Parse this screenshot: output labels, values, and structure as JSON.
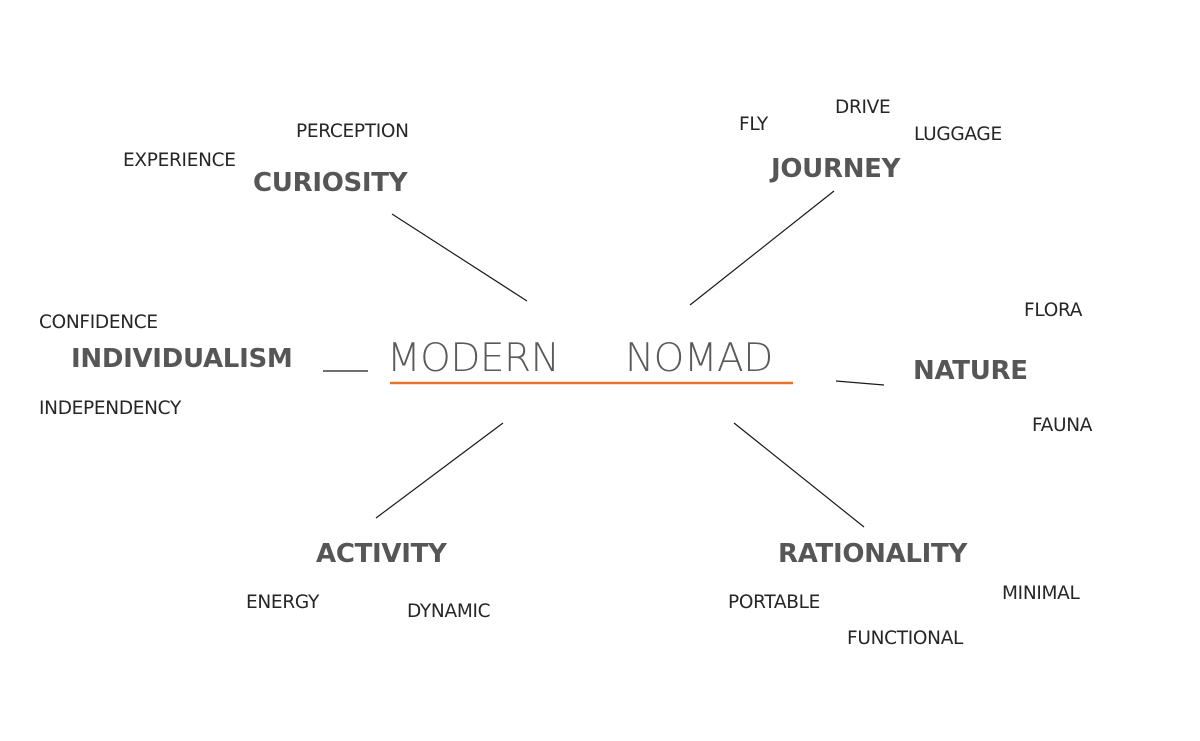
{
  "center": {
    "word1": "MODERN",
    "word2": "NOMAD",
    "underline_color": "#e8732c"
  },
  "themes": {
    "curiosity": {
      "label": "CURIOSITY",
      "words": [
        "PERCEPTION",
        "EXPERIENCE"
      ]
    },
    "journey": {
      "label": "JOURNEY",
      "words": [
        "FLY",
        "DRIVE",
        "LUGGAGE"
      ]
    },
    "individualism": {
      "label": "INDIVIDUALISM",
      "words": [
        "CONFIDENCE",
        "INDEPENDENCY"
      ]
    },
    "nature": {
      "label": "NATURE",
      "words": [
        "FLORA",
        "FAUNA"
      ]
    },
    "activity": {
      "label": "ACTIVITY",
      "words": [
        "ENERGY",
        "DYNAMIC"
      ]
    },
    "rationality": {
      "label": "RATIONALITY",
      "words": [
        "PORTABLE",
        "MINIMAL",
        "FUNCTIONAL"
      ]
    }
  },
  "colors": {
    "theme_text": "#565656",
    "word_text": "#262626",
    "connector": "#1a1a1a",
    "background": "#ffffff"
  }
}
